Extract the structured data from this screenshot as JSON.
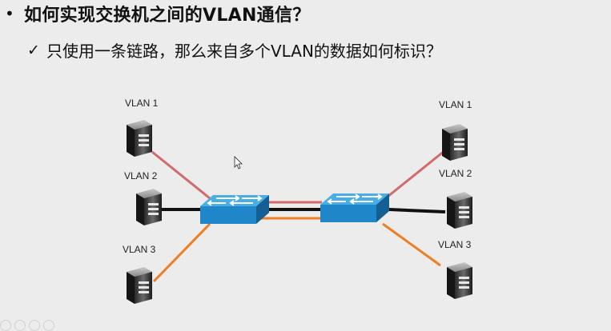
{
  "slide": {
    "bullet": "•",
    "title": "如何实现交换机之间的VLAN通信？",
    "check": "✓",
    "subtitle": "只使用一条链路，那么来自多个VLAN的数据如何标识？"
  },
  "diagram": {
    "left_hosts": [
      {
        "label": "VLAN 1",
        "link_color": "#d16a6a"
      },
      {
        "label": "VLAN 2",
        "link_color": "#111111"
      },
      {
        "label": "VLAN 3",
        "link_color": "#ef7d22"
      }
    ],
    "right_hosts": [
      {
        "label": "VLAN 1",
        "link_color": "#d16a6a"
      },
      {
        "label": "VLAN 2",
        "link_color": "#111111"
      },
      {
        "label": "VLAN 3",
        "link_color": "#ef7d22"
      }
    ],
    "switch_color": "#1f86c9",
    "icons": [
      "server-icon",
      "switch-icon",
      "mouse-cursor-icon"
    ]
  }
}
